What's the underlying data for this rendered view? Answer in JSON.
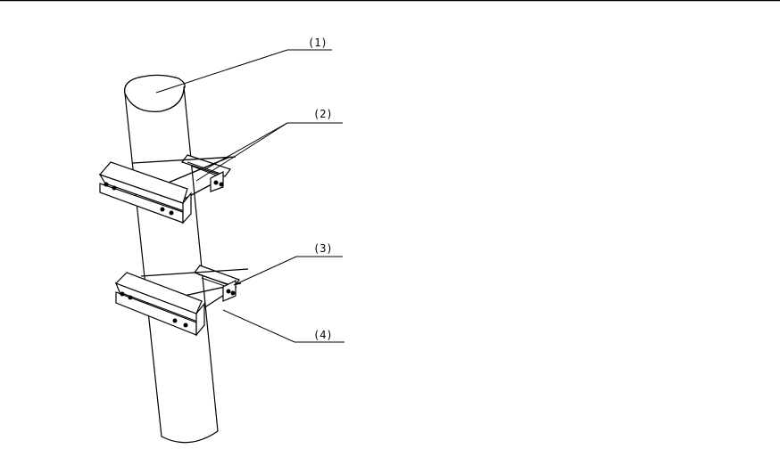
{
  "callouts": [
    {
      "id": "pole",
      "text": "(1)"
    },
    {
      "id": "bolts",
      "text": "(2)"
    },
    {
      "id": "bracket-bar",
      "text": "(3)"
    },
    {
      "id": "clamp",
      "text": "(4)"
    }
  ]
}
